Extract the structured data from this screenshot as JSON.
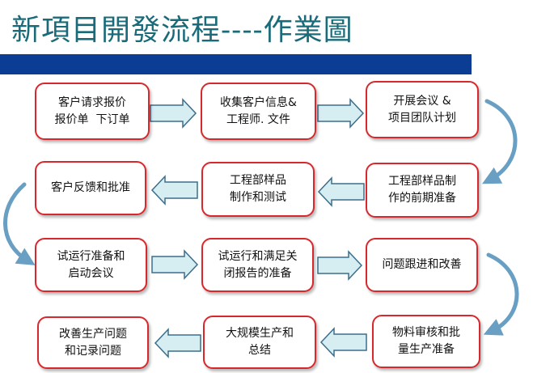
{
  "title": "新項目開發流程----作業圖",
  "colors": {
    "title": "#1a6b7a",
    "bar": "#0b3d94",
    "node_border": "#d8282c",
    "arrow_fill": "#d6edf2",
    "arrow_stroke": "#3b6e8c",
    "curve_arrow": "#6a9fc4"
  },
  "steps": [
    "客户请求报价\n报价单  下订单",
    "收集客户信息&\n工程师. 文件",
    "开展会议 &\n项目团队计划",
    "工程部样品制\n作的前期准备",
    "工程部样品\n制作和测试",
    "客户反馈和批准",
    "试运行准备和\n启动会议",
    "试运行和满足关\n闭报告的准备",
    "问题跟进和改善",
    "物料审核和批\n量生产准备",
    "大规模生产和\n总结",
    "改善生产问题\n和记录问题"
  ]
}
